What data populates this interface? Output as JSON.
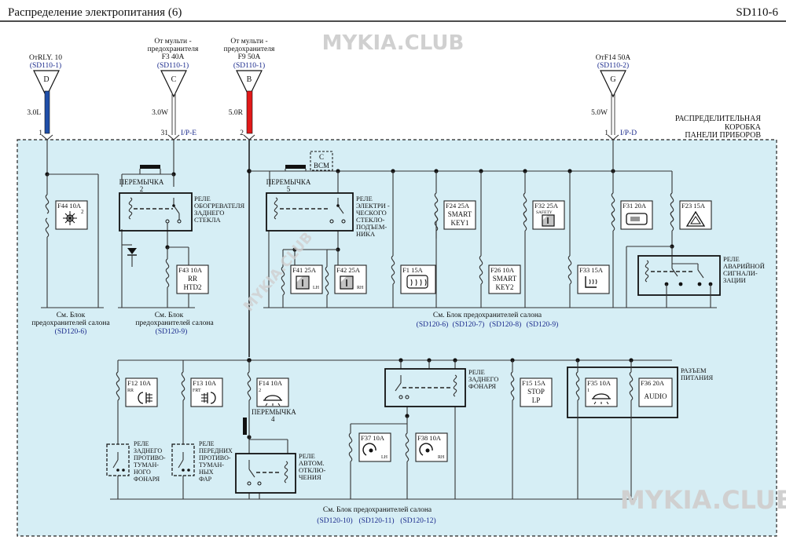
{
  "header": {
    "title": "Распределение электропитания (6)",
    "code": "SD110-6"
  },
  "watermark": {
    "top": "MYKIA.CLUB",
    "bottom": "MYKIA.CLUB",
    "diagonal": "MYKIA.CLUB"
  },
  "colors": {
    "panel_fill": "#d6eef5",
    "wire_blue": "#1f4ea8",
    "wire_red": "#e11919",
    "link_blue": "#1a2a8c"
  },
  "connectors": [
    {
      "letter": "D",
      "source": "ОтRLY. 10",
      "ref": "(SD110-1)",
      "wire": "3.0L",
      "pin": "1",
      "conn": ""
    },
    {
      "letter": "C",
      "source1": "От мульти -",
      "source2": "предохранителя",
      "source3": "F3 40A",
      "ref": "(SD110-1)",
      "wire": "3.0W",
      "pin": "31",
      "conn": "I/P-E"
    },
    {
      "letter": "B",
      "source1": "От мульти -",
      "source2": "предохранителя",
      "source3": "F9 50A",
      "ref": "(SD110-1)",
      "wire": "5.0R",
      "pin": "2",
      "conn": ""
    },
    {
      "letter": "G",
      "source": "ОтF14 50A",
      "ref": "(SD110-2)",
      "wire": "5.0W",
      "pin": "1",
      "conn": "I/P-D"
    }
  ],
  "panel_label": [
    "РАСПРЕДЕЛИТЕЛЬНАЯ",
    "КОРОБКА",
    "ПАНЕЛИ ПРИБОРОВ"
  ],
  "bcm": {
    "l1": "C",
    "l2": "BCM"
  },
  "jumpers": {
    "j2": [
      "ПЕРЕМЫЧКА",
      "2"
    ],
    "j5": [
      "ПЕРЕМЫЧКА",
      "5"
    ],
    "j4": [
      "ПЕРЕМЫЧКА",
      "4"
    ]
  },
  "relays": {
    "rear_defrost": [
      "РЕЛЕ",
      "ОБОГРЕВАТЕЛЯ",
      "ЗАДНЕГО",
      "СТЕКЛА"
    ],
    "power_window": [
      "РЕЛЕ",
      "ЭЛЕКТРИ -",
      "ЧЕСКОГО",
      "СТЕКЛО-",
      "ПОДЪЕМ-",
      "НИКА"
    ],
    "hazard": [
      "РЕЛЕ",
      "АВАРИЙНОЙ",
      "СИГНАЛИ-",
      "ЗАЦИИ"
    ],
    "rear_fog": [
      "РЕЛЕ",
      "ЗАДНЕГО",
      "ПРОТИВО-",
      "ТУМАН-",
      "НОГО",
      "ФОНАРЯ"
    ],
    "front_fog": [
      "РЕЛЕ",
      "ПЕРЕДНИХ",
      "ПРОТИВО-",
      "ТУМАН-",
      "НЫХ",
      "ФАР"
    ],
    "auto_cut": [
      "РЕЛЕ",
      "АВТОМ.",
      "ОТКЛЮ-",
      "ЧЕНИЯ"
    ],
    "tail_lamp": [
      "РЕЛЕ",
      "ЗАДНЕГО",
      "ФОНАРЯ"
    ],
    "power_conn": [
      "РАЗЪЕМ",
      "ПИТАНИЯ"
    ]
  },
  "fuses": {
    "f44": {
      "name": "F44 10A",
      "sup": "2"
    },
    "f43": {
      "name": "F43 10A",
      "text1": "RR",
      "text2": "HTD2"
    },
    "f41": {
      "name": "F41 25A",
      "sub": "LH"
    },
    "f42": {
      "name": "F42 25A",
      "sub": "RH"
    },
    "f1": {
      "name": "F1 15A"
    },
    "f24": {
      "name": "F24 25A",
      "text1": "SMART",
      "text2": "KEY1"
    },
    "f26": {
      "name": "F26 10A",
      "text1": "SMART",
      "text2": "KEY2"
    },
    "f32": {
      "name": "F32 25A",
      "sub": "SAFETY"
    },
    "f33": {
      "name": "F33 15A"
    },
    "f31": {
      "name": "F31 20A"
    },
    "f23": {
      "name": "F23 15A"
    },
    "f12": {
      "name": "F12 10A",
      "sub": "RR"
    },
    "f13": {
      "name": "F13 10A",
      "sub": "FRT"
    },
    "f14": {
      "name": "F14 10A",
      "sup": "2"
    },
    "f37": {
      "name": "F37 10A",
      "sub": "LH"
    },
    "f38": {
      "name": "F38 10A",
      "sub": "RH"
    },
    "f15": {
      "name": "F15 15A",
      "text1": "STOP",
      "text2": "LP"
    },
    "f35": {
      "name": "F35 10A",
      "sup": "1"
    },
    "f36": {
      "name": "F36 20A",
      "text1": "AUDIO"
    }
  },
  "refs": {
    "left": {
      "l1": "См. Блок",
      "l2": "предохранителей   салона",
      "link": "(SD120-6)"
    },
    "mid": {
      "l1": "См. Блок",
      "l2": "предохранителей   салона",
      "link": "(SD120-9)"
    },
    "right": {
      "l1": "См. Блок  предохранителей   салона",
      "links": [
        "(SD120-6)",
        "(SD120-7)",
        "(SD120-8)",
        "(SD120-9)"
      ]
    },
    "bottom": {
      "l1": "См. Блок  предохранителей   салона",
      "links": [
        "(SD120-10)",
        "(SD120-11)",
        "(SD120-12)"
      ]
    }
  }
}
